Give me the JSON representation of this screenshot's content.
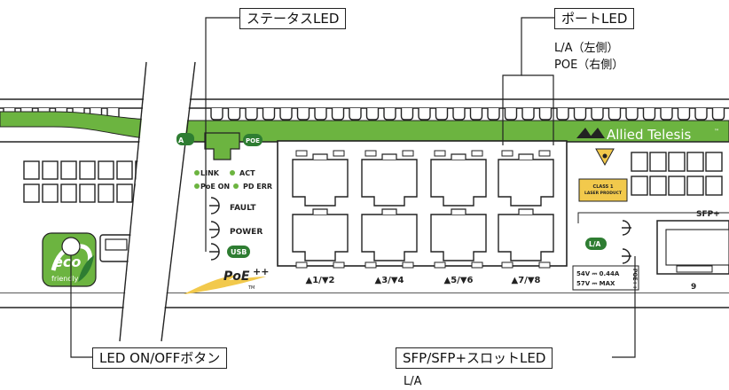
{
  "callouts": {
    "status_led": "ステータスLED",
    "port_led": "ポートLED",
    "led_button": "LED ON/OFFボタン",
    "sfp_led": "SFP/SFP+スロットLED"
  },
  "notes": {
    "port_la": "L/A（左側）",
    "port_poe": "POE（右側）",
    "sfp_la": "L/A"
  },
  "panel": {
    "brand": "Allied Telesis",
    "brand_tm": "™",
    "poe_badge": "POE",
    "la_badge": "L/A",
    "status_leds": {
      "link": "LINK",
      "act": "ACT",
      "poe_on": "PoE ON",
      "pd_err": "PD ERR",
      "fault": "FAULT",
      "power": "POWER",
      "usb": "USB"
    },
    "poe_logo": "PoE",
    "poe_plus": "++",
    "poe_tm": "TM",
    "eco_line1": "eco",
    "eco_line2": "friendly",
    "laser_line1": "CLASS 1",
    "laser_line2": "LASER PRODUCT",
    "sfp_slot_label": "SFP+",
    "sfp_port_number": "9",
    "poe_spec_line1": "54V ⎓ 0.44A",
    "poe_spec_line2": "57V ⎓ MAX",
    "poe_spec_side": "POE++",
    "port_labels": [
      "▲1/▼2",
      "▲3/▼4",
      "▲5/▼6",
      "▲7/▼8"
    ]
  },
  "colors": {
    "green": "#6cb440",
    "dark_green": "#2e7d32",
    "outline": "#222222"
  }
}
